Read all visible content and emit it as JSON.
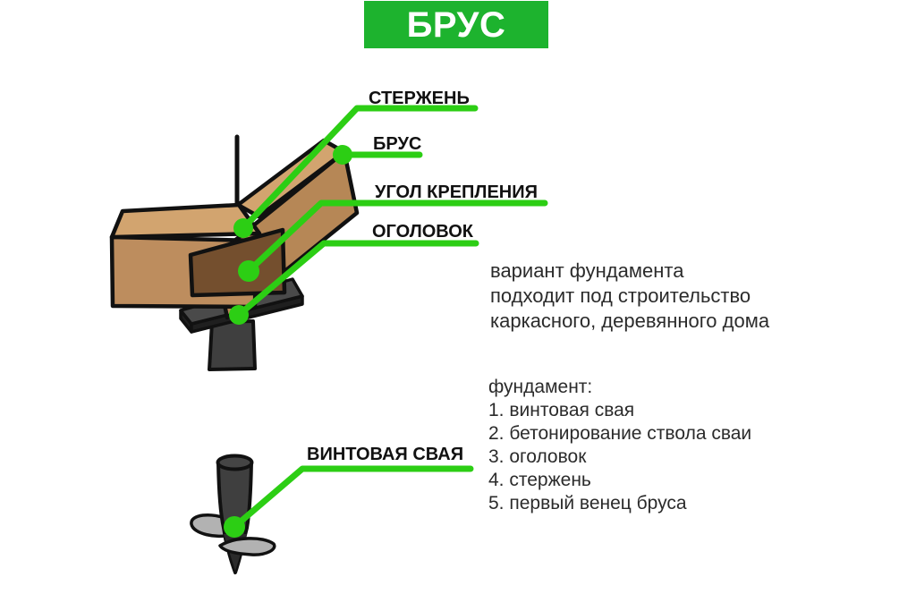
{
  "banner": {
    "label": "БРУС"
  },
  "callouts": {
    "rod": "СТЕРЖЕНЬ",
    "beam": "БРУС",
    "bracket": "УГОЛ КРЕПЛЕНИЯ",
    "cap": "ОГОЛОВОК",
    "pile": "ВИНТОВАЯ СВАЯ"
  },
  "description": {
    "lines": [
      "вариант фундамента",
      "подходит под строительство",
      "каркасного, деревянного дома"
    ]
  },
  "foundation": {
    "heading": "фундамент:",
    "items": [
      "1. винтовая свая",
      "2. бетонирование ствола сваи",
      "3. оголовок",
      "4. стержень",
      "5. первый венец бруса"
    ]
  },
  "colors": {
    "banner_green": "#1db32e",
    "callout_green": "#2cce14",
    "wood_top": "#d2a46f",
    "wood_front": "#bd8d5e",
    "wood_side": "#b68756",
    "bracket_brown": "#744f2e",
    "metal_dark": "#3f3f3f",
    "metal_plate": "#4a4a4a",
    "metal_edge": "#1f1f1f",
    "blade_gray": "#b2b2b2",
    "outline": "#111111",
    "label_text": "#111111",
    "body_text": "#2b2b2b"
  }
}
